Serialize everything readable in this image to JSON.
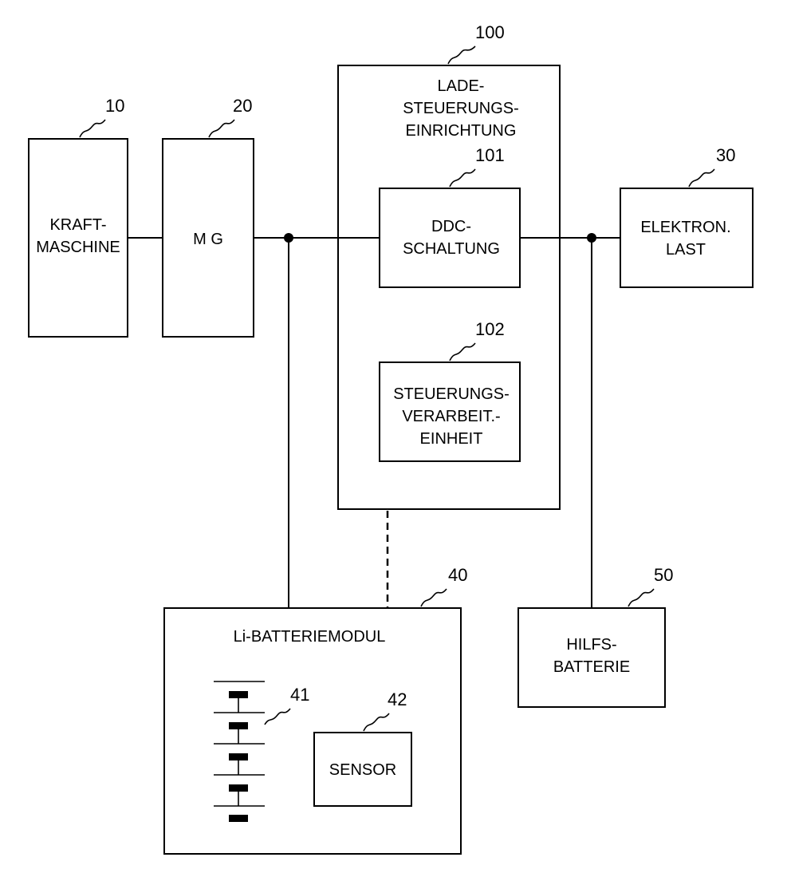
{
  "diagram": {
    "blocks": {
      "engine": {
        "ref": "10",
        "lines": [
          "KRAFT-",
          "MASCHINE"
        ]
      },
      "mg": {
        "ref": "20",
        "lines": [
          "M G"
        ]
      },
      "charge_control": {
        "ref": "100",
        "lines": [
          "LADE-",
          "STEUERUNGS-",
          "EINRICHTUNG"
        ]
      },
      "ddc": {
        "ref": "101",
        "lines": [
          "DDC-",
          "SCHALTUNG"
        ]
      },
      "control_unit": {
        "ref": "102",
        "lines": [
          "STEUERUNGS-",
          "VERARBEIT.-",
          "EINHEIT"
        ]
      },
      "electronic_load": {
        "ref": "30",
        "lines": [
          "ELEKTRON.",
          "LAST"
        ]
      },
      "li_battery_module": {
        "ref": "40",
        "lines": [
          "Li-BATTERIEMODUL"
        ]
      },
      "battery_cells": {
        "ref": "41"
      },
      "sensor": {
        "ref": "42",
        "lines": [
          "SENSOR"
        ]
      },
      "aux_battery": {
        "ref": "50",
        "lines": [
          "HILFS-",
          "BATTERIE"
        ]
      }
    }
  }
}
